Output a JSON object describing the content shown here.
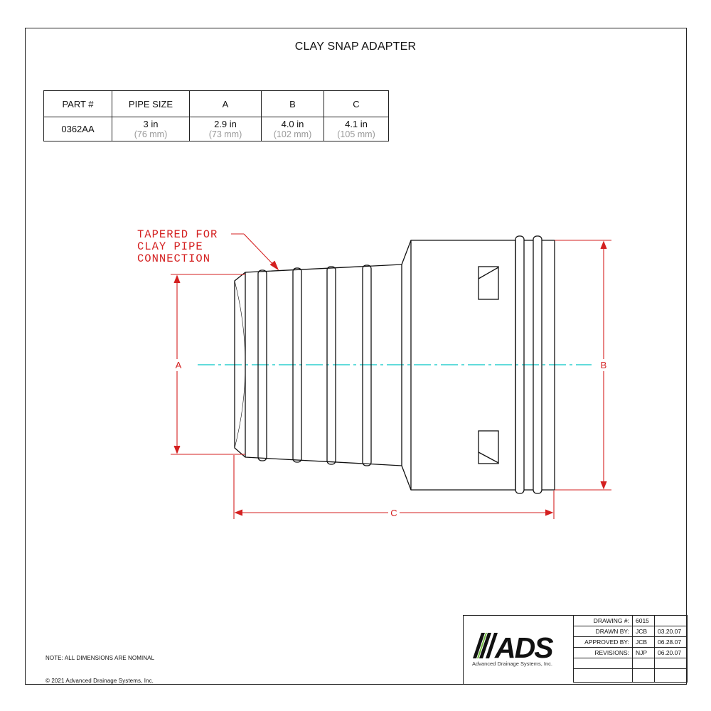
{
  "title": "CLAY SNAP ADAPTER",
  "spec_table": {
    "headers": [
      "PART #",
      "PIPE SIZE",
      "A",
      "B",
      "C"
    ],
    "row": {
      "part": "0362AA",
      "pipe_size": {
        "in": "3 in",
        "mm": "(76 mm)"
      },
      "a": {
        "in": "2.9 in",
        "mm": "(73 mm)"
      },
      "b": {
        "in": "4.0 in",
        "mm": "(102 mm)"
      },
      "c": {
        "in": "4.1 in",
        "mm": "(105 mm)"
      }
    }
  },
  "drawing": {
    "callout": [
      "TAPERED FOR",
      "CLAY PIPE",
      "CONNECTION"
    ],
    "dim_a": "A",
    "dim_b": "B",
    "dim_c": "C",
    "colors": {
      "dimension": "#d42020",
      "centerline": "#2fcfcf",
      "outline": "#111111"
    }
  },
  "notes": {
    "dimensions": "NOTE: ALL DIMENSIONS ARE NOMINAL",
    "copyright": "© 2021 Advanced Drainage Systems, Inc."
  },
  "title_block": {
    "logo_text": "ADS",
    "logo_tagline": "Advanced Drainage Systems, Inc.",
    "rows": [
      {
        "label": "DRAWING #:",
        "v1": "6015",
        "v2": ""
      },
      {
        "label": "DRAWN BY:",
        "v1": "JCB",
        "v2": "03.20.07"
      },
      {
        "label": "APPROVED BY:",
        "v1": "JCB",
        "v2": "06.28.07"
      },
      {
        "label": "REVISIONS:",
        "v1": "NJP",
        "v2": "06.20.07"
      },
      {
        "label": "",
        "v1": "",
        "v2": ""
      },
      {
        "label": "",
        "v1": "",
        "v2": ""
      }
    ]
  }
}
